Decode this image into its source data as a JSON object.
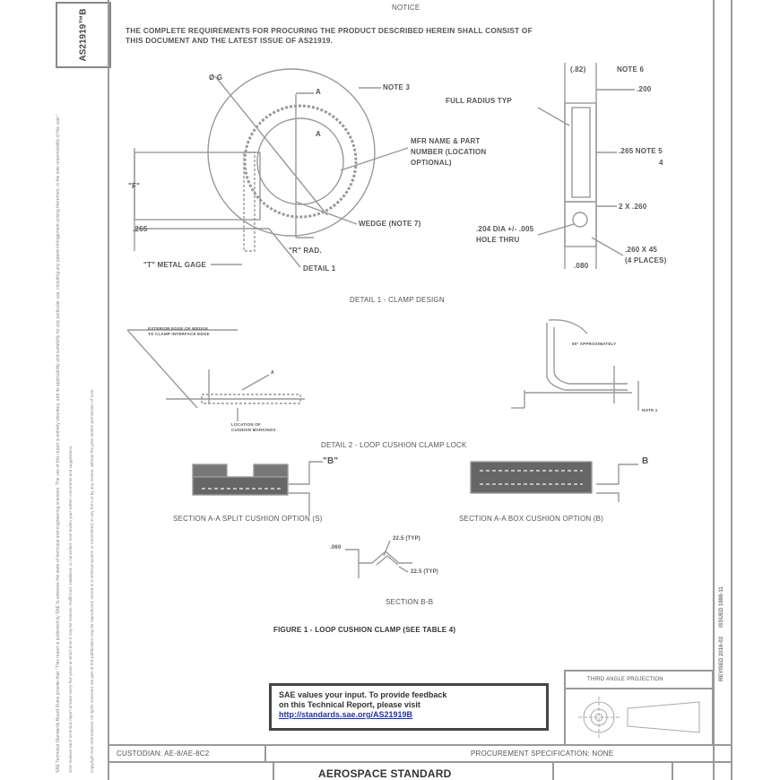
{
  "doc_id": "AS21919™B",
  "left_margin": {
    "lines": [
      "SAE Technical Standards Board Rules provide that: \"This report is published by SAE to advance the state of technical and engineering sciences. The use of this report is entirely voluntary, and its applicability and suitability for any particular use, including any patent infringement arising therefrom, is the sole responsibility of the user.\"",
      "SAE reviews each technical report at least every five years at which time it may be revised, reaffirmed, stabilized, or cancelled. SAE invites your written comments and suggestions.",
      "Copyright SAE International. All rights reserved. No part of this publication may be reproduced, stored in a retrieval system or transmitted, in any form or by any means, without the prior written permission of SAE."
    ]
  },
  "right_margin": {
    "issued": "ISSUED 1998-11",
    "revised": "REVISED 2016-02"
  },
  "notice": {
    "title": "NOTICE",
    "line1": "THE COMPLETE REQUIREMENTS FOR PROCURING THE PRODUCT DESCRIBED HEREIN SHALL CONSIST OF",
    "line2": "THIS DOCUMENT AND THE LATEST ISSUE OF AS21919."
  },
  "detail1": {
    "dia_g": "Ø G",
    "note3": "NOTE 3",
    "a_top": "A",
    "a_mid": "A",
    "mfr1": "MFR NAME & PART",
    "mfr2": "NUMBER (LOCATION",
    "mfr3": "OPTIONAL)",
    "wedge": "WEDGE (NOTE 7)",
    "f_dim": "\"F\"",
    "dim_265": ".265",
    "metal_gage": "\"T\" METAL GAGE",
    "r_rad": "\"R\" RAD.",
    "detail_ref": "DETAIL 1",
    "caption": "DETAIL 1 - CLAMP DESIGN",
    "side": {
      "dim_82": "(.82)",
      "note6": "NOTE 6",
      "dim_200": ".200",
      "full_radius": "FULL RADIUS TYP",
      "note5": ".265 NOTE 5",
      "note5b": "4",
      "dim_2x": "2 X .260",
      "hole1": ".204 DIA +/- .005",
      "hole2": "HOLE THRU",
      "chamfer1": ".260 X 45",
      "chamfer2": "(4 PLACES)",
      "dim_080": ".080"
    }
  },
  "detail2": {
    "callout1a": "EXTERIOR EDGE OF WEDGE",
    "callout1b": "TO CLAMP INTERFACE EDGE",
    "callout2a": "LOCATION OF",
    "callout2b": "CUSHION MARKINGS",
    "callout_a": "A",
    "callout_angle": "90° APPROXIMATELY",
    "note": "NOTE 1",
    "caption": "DETAIL 2 - LOOP CUSHION CLAMP LOCK"
  },
  "sections": {
    "split_b": "\"B\"",
    "box_b": "B",
    "split_caption": "SECTION A-A SPLIT CUSHION OPTION (S)",
    "box_caption": "SECTION A-A BOX CUSHION OPTION (B)",
    "bb_dim": ".060",
    "bb_angle1": "22.5 (TYP)",
    "bb_angle2": "22.5 (TYP)",
    "bb_caption": "SECTION B-B",
    "figure_caption": "FIGURE 1 - LOOP CUSHION CLAMP (SEE TABLE 4)"
  },
  "feedback": {
    "line1": "SAE values your input. To provide feedback",
    "line2": "on this Technical Report, please visit",
    "link": "http://standards.sae.org/AS21919B"
  },
  "projection": {
    "label": "THIRD ANGLE PROJECTION"
  },
  "title_block": {
    "custodian": "CUSTODIAN: AE-8/AE-8C2",
    "procurement": "PROCUREMENT SPECIFICATION: NONE",
    "standard": "AEROSPACE STANDARD"
  }
}
